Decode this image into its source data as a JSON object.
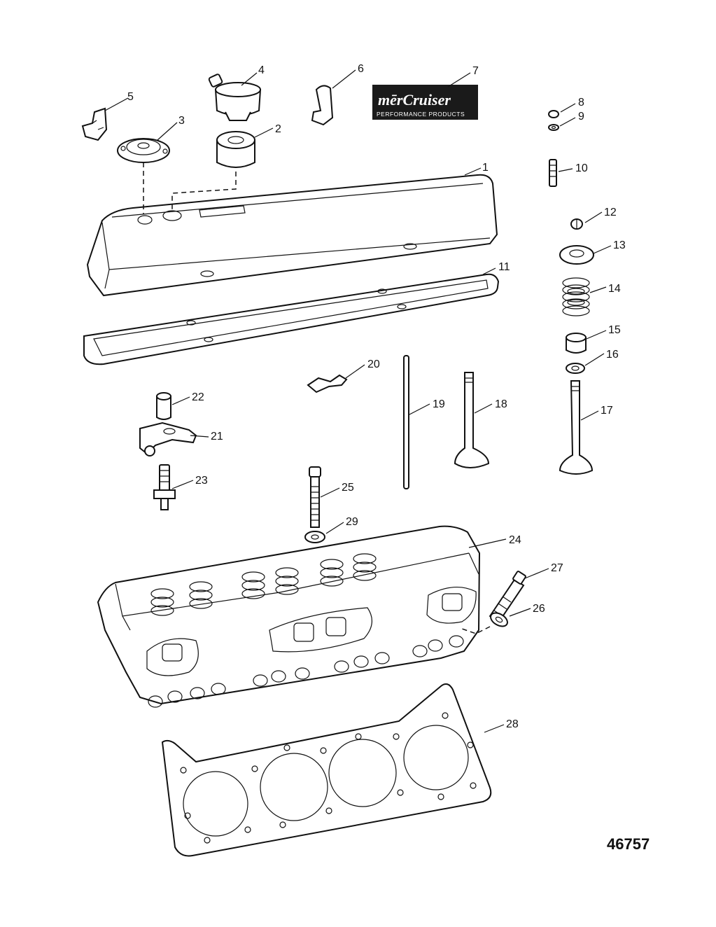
{
  "callouts": [
    "1",
    "2",
    "3",
    "4",
    "5",
    "6",
    "7",
    "8",
    "9",
    "10",
    "11",
    "12",
    "13",
    "14",
    "15",
    "16",
    "17",
    "18",
    "19",
    "20",
    "21",
    "22",
    "23",
    "24",
    "25",
    "26",
    "27",
    "28",
    "29"
  ],
  "logo": {
    "brand": "mercruiser",
    "line1": "mērCruiser",
    "line2": "PERFORMANCE PRODUCTS"
  },
  "figure_number": "46757"
}
